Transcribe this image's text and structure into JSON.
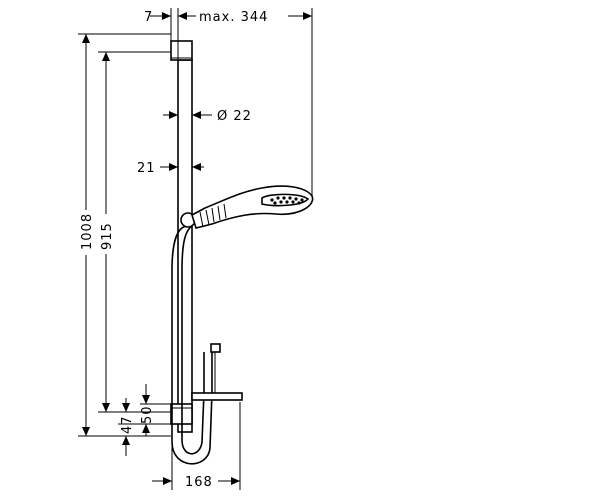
{
  "dimensions": {
    "offset_top": "7",
    "max_reach": "max. 344",
    "diameter": "Ø 22",
    "rail_offset": "21",
    "total_height": "1008",
    "rail_height": "915",
    "bottom_offset": "47",
    "bracket_height": "50",
    "hose_width": "168"
  }
}
